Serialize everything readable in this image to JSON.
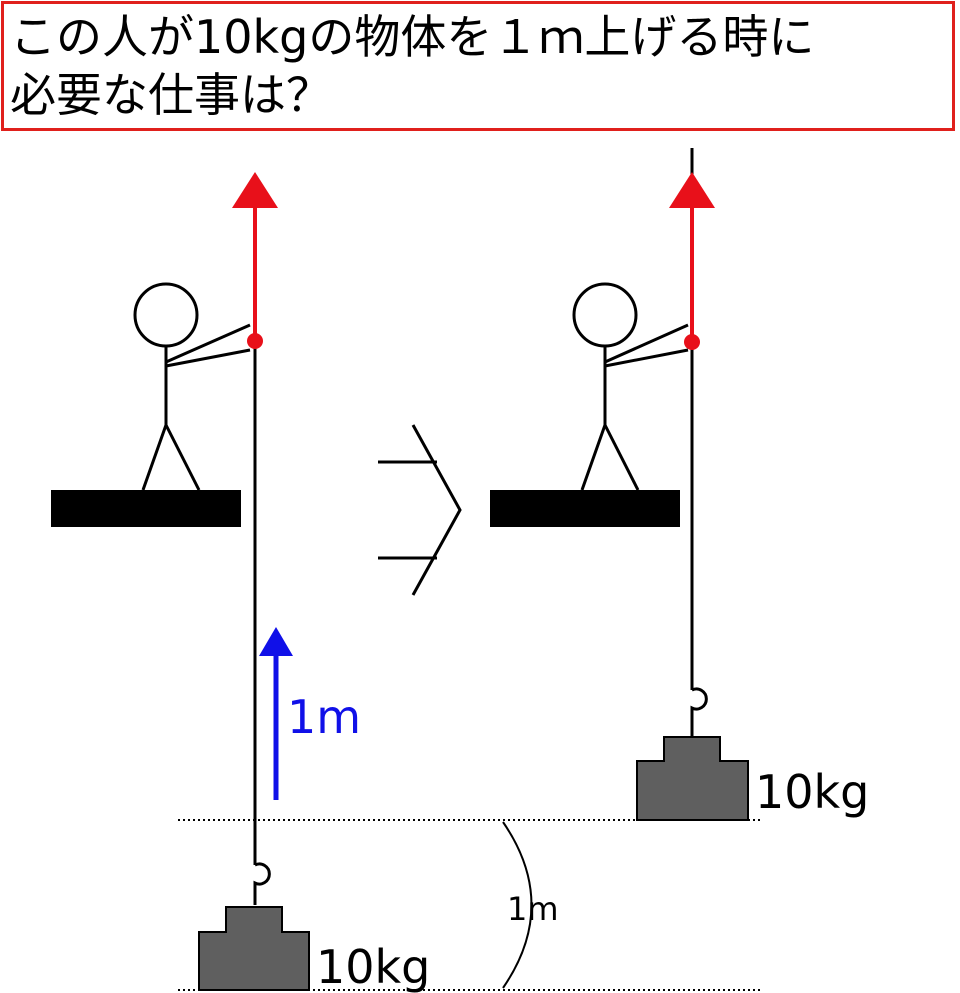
{
  "question": {
    "line1": "この人が10kgの物体を１ｍ上げる時に",
    "line2": "必要な仕事は？"
  },
  "labels": {
    "move_distance": "1m",
    "weight_left": "10kg",
    "weight_right": "10kg",
    "height_gap": "1m"
  },
  "colors": {
    "frame": "#e0201c",
    "force_arrow": "#e8101a",
    "motion_arrow": "#1010e8",
    "weight": "#5f5f5f",
    "platform": "#000000"
  }
}
